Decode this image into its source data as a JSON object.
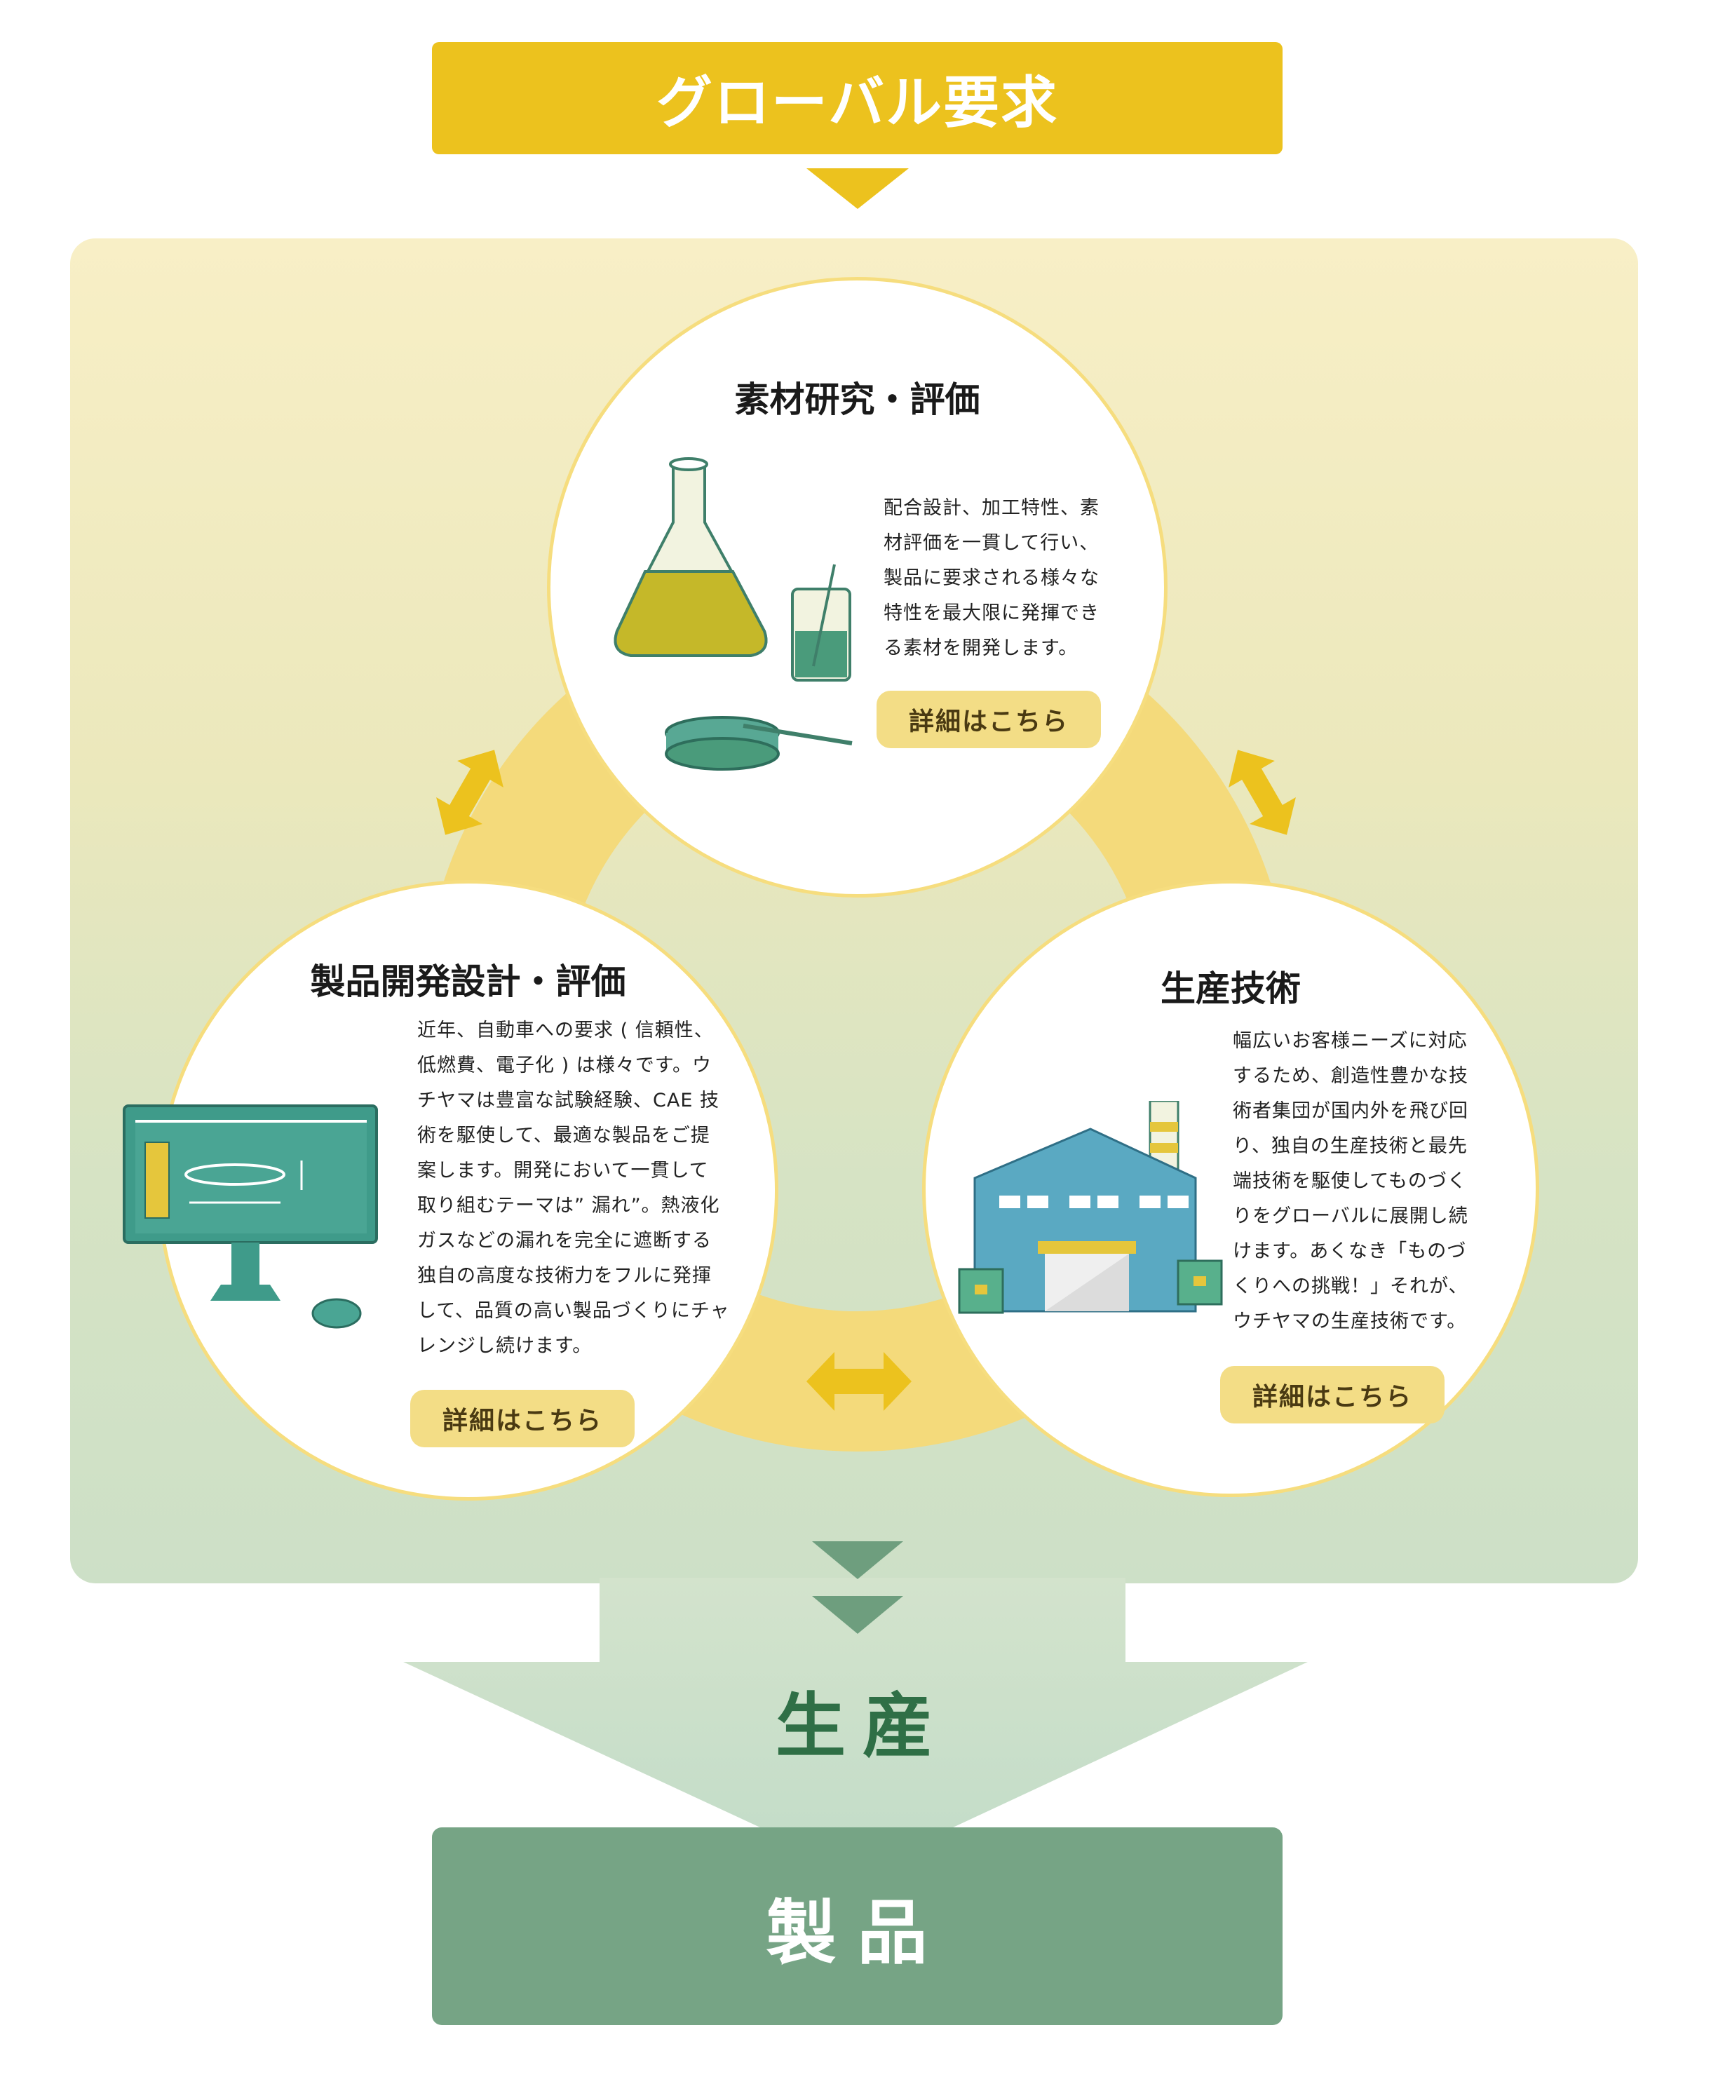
{
  "top_banner": {
    "label": "グローバル要求"
  },
  "circles": [
    {
      "title": "素材研究・評価",
      "description": [
        "配合設計、加工特性、素",
        "材評価を一貫して行い、",
        "製品に要求される様々な",
        "特性を最大限に発揮でき",
        "る素材を開発します。"
      ],
      "button_label": "詳細はこちら",
      "icon": "lab-flask-illustration"
    },
    {
      "title": "製品開発設計・評価",
      "description": [
        "近年、自動車への要求 ( 信頼性、",
        "低燃費、電子化 ) は様々です。ウ",
        "チヤマは豊富な試験経験、CAE 技",
        "術を駆使して、最適な製品をご提",
        "案します。開発において一貫して",
        "取り組むテーマは” 漏れ”。熱液化",
        "ガスなどの漏れを完全に遮断する",
        "独自の高度な技術力をフルに発揮",
        "して、品質の高い製品づくりにチャ",
        "レンジし続けます。"
      ],
      "button_label": "詳細はこちら",
      "icon": "computer-monitor-illustration"
    },
    {
      "title": "生産技術",
      "description": [
        "幅広いお客様ニーズに対応",
        "するため、創造性豊かな技",
        "術者集団が国内外を飛び回",
        "り、独自の生産技術と最先",
        "端技術を駆使してものづく",
        "りをグローバルに展開し続",
        "けます。あくなき「ものづ",
        "くりへの挑戦！」それが、",
        "ウチヤマの生産技術です。"
      ],
      "button_label": "詳細はこちら",
      "icon": "factory-illustration"
    }
  ],
  "production": {
    "label": "生産"
  },
  "final_product": {
    "label": "製品"
  },
  "colors": {
    "banner_yellow": "#ecc21e",
    "ring_yellow": "#f4da7b",
    "arrow_yellow": "#ecc21e",
    "button_yellow": "#f3dd86",
    "production_green": "#2f6f46",
    "product_box_green": "#76a485",
    "chevron_green": "#6e9e7e"
  }
}
